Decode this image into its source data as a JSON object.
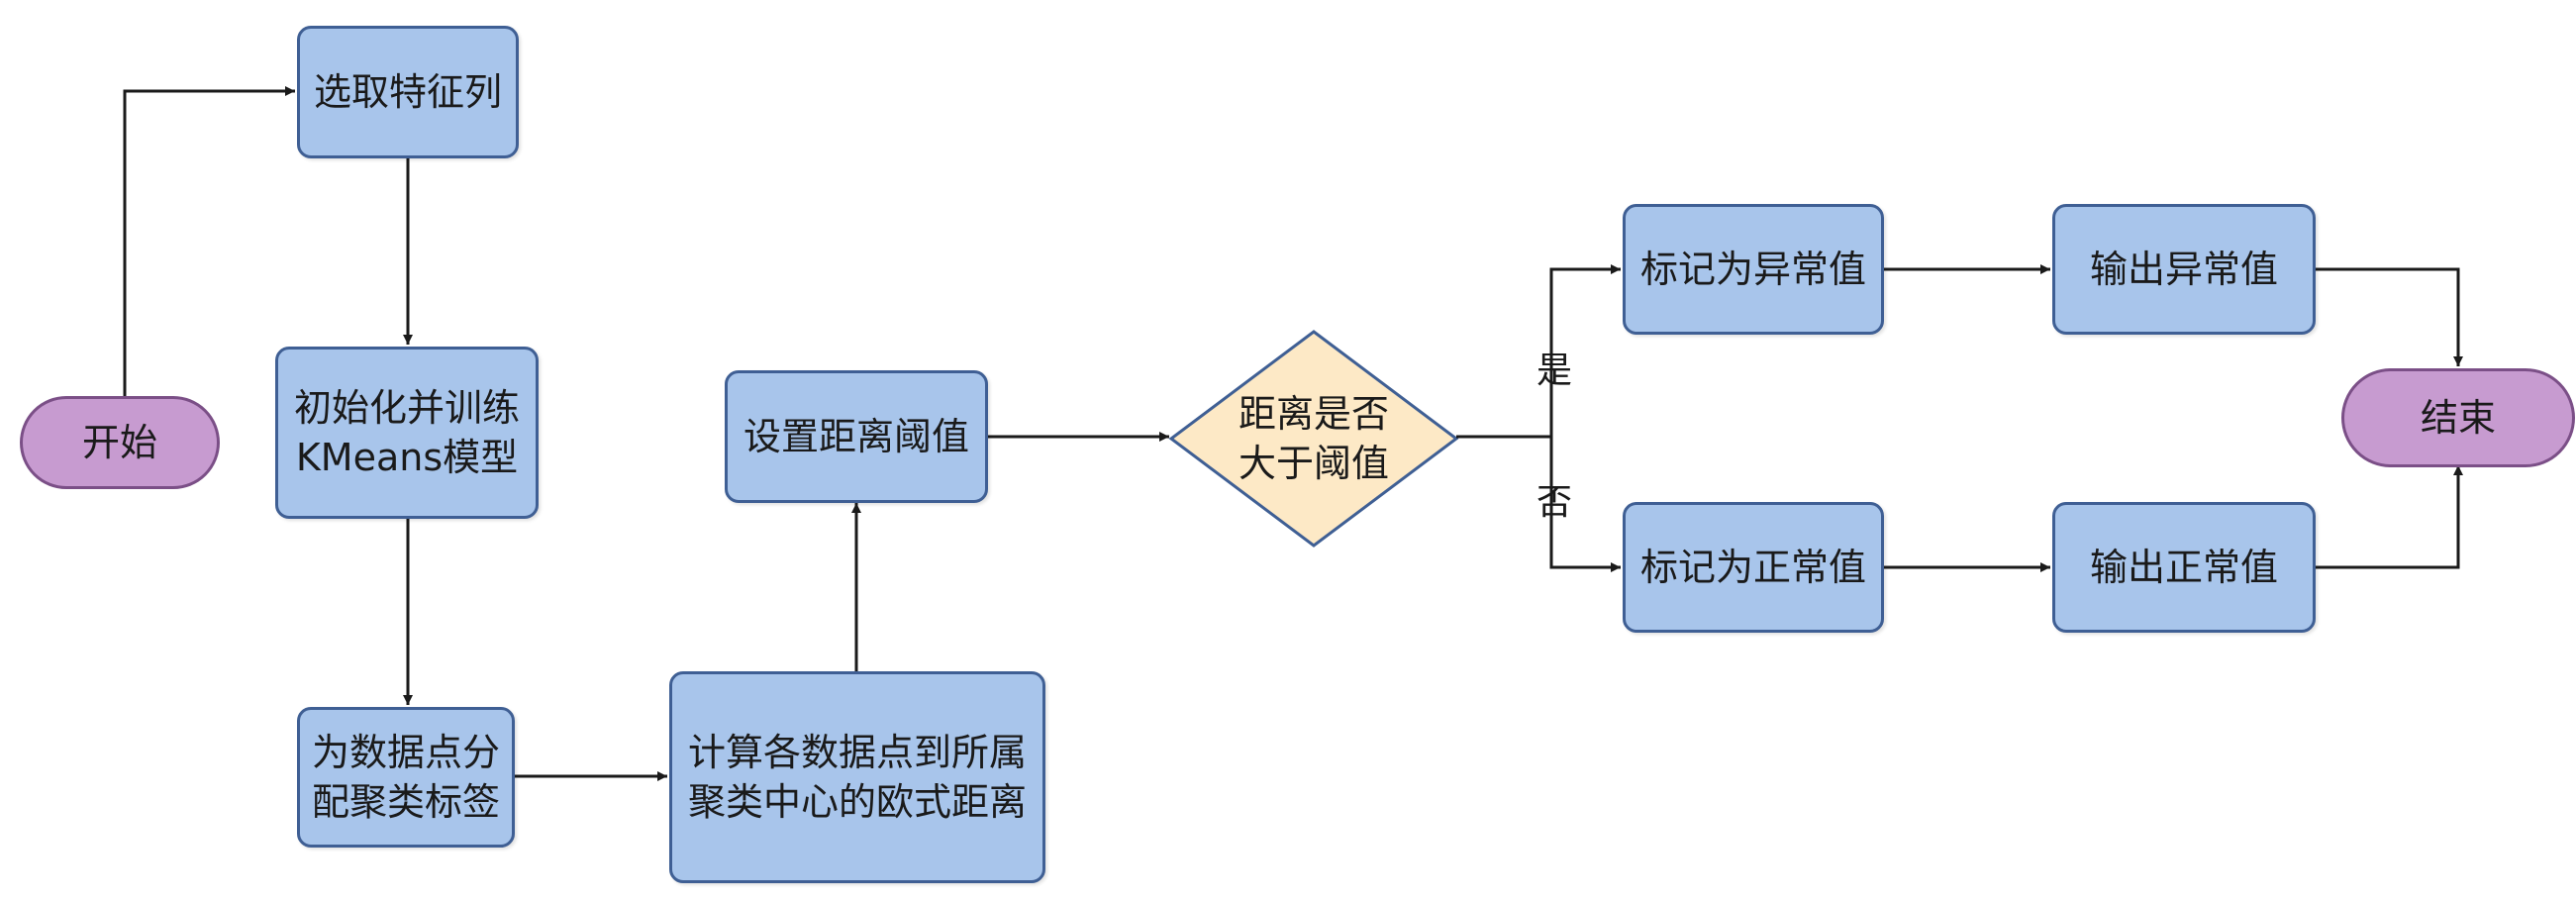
{
  "nodes": {
    "start": "开始",
    "select_features": "选取特征列",
    "init_train": "初始化并训练\nKMeans模型",
    "assign_labels": "为数据点分\n配聚类标签",
    "compute_distance": "计算各数据点到所属\n聚类中心的欧式距离",
    "set_threshold": "设置距离阈值",
    "decision": "距离是否\n大于阈值",
    "mark_abnormal": "标记为异常值",
    "mark_normal": "标记为正常值",
    "output_abnormal": "输出异常值",
    "output_normal": "输出正常值",
    "end": "结束"
  },
  "branch_labels": {
    "yes": "是",
    "no": "否"
  },
  "colors": {
    "process_fill": "#a8c5eb",
    "process_border": "#3f5f94",
    "terminal_fill": "#c79bd0",
    "terminal_border": "#7b4f87",
    "decision_fill": "#fde9c6",
    "decision_border": "#3f5f94",
    "line": "#1a1a1a"
  }
}
